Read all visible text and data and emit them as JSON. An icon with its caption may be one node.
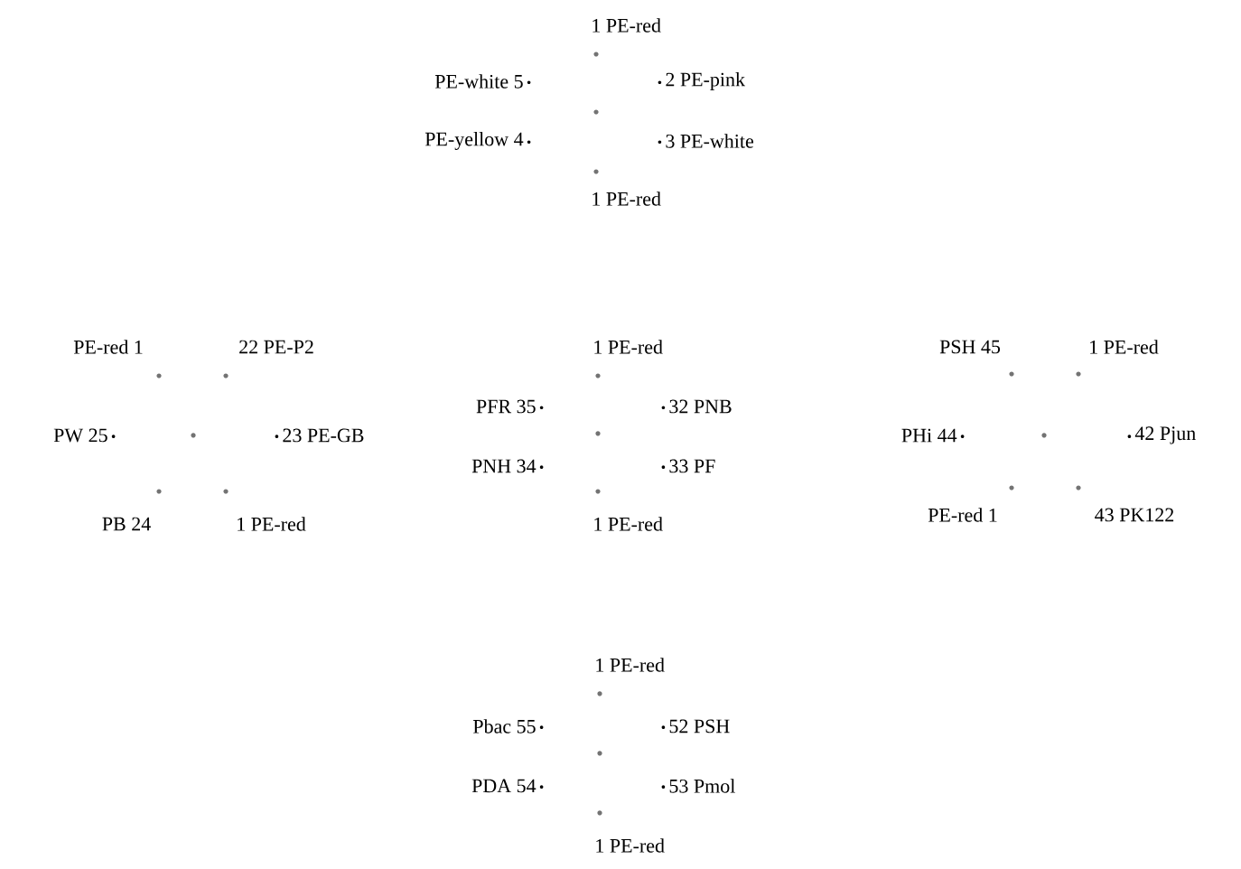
{
  "diagram": {
    "labels": [
      "1 PE-red",
      "PE-white 5",
      "2 PE-pink",
      "PE-yellow 4",
      "3 PE-white",
      "1 PE-red",
      "PE-red 1",
      "22 PE-P2",
      "1 PE-red",
      "PSH 45",
      "1 PE-red",
      "PFR 35",
      "32 PNB",
      "PW 25",
      "23 PE-GB",
      "PHi 44",
      "42 Pjun",
      "PNH 34",
      "33 PF",
      "PE-red 1",
      "43 PK122",
      "PB 24",
      "1 PE-red",
      "1 PE-red",
      "1 PE-red",
      "Pbac 55",
      "52 PSH",
      "PDA 54",
      "53 Pmol",
      "1 PE-red"
    ]
  }
}
